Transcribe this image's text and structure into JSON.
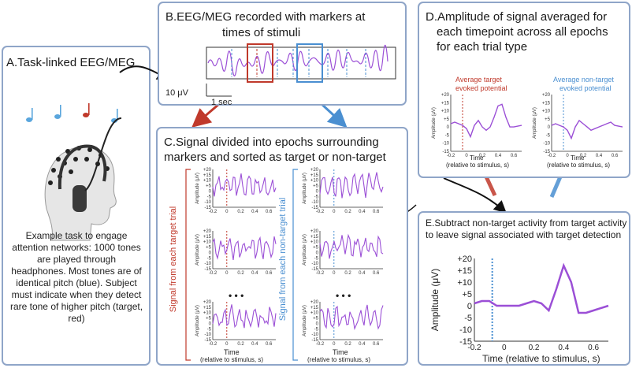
{
  "panelA": {
    "title": "A.Task-linked EEG/MEG",
    "description": "Example task to engage attention networks: 1000 tones are played through headphones. Most tones are of identical pitch (blue). Subject must indicate when they detect rare tone of higher pitch (target, red)"
  },
  "panelB": {
    "title_line1": "B.EEG/MEG recorded with markers at",
    "title_line2": "times of stimuli",
    "scale_uv": "10 μV",
    "scale_time": "1 sec"
  },
  "panelC": {
    "title_line1": "C.Signal divided into epochs surrounding",
    "title_line2": "markers and sorted as target or non-target",
    "target_label": "Signal from each target trial",
    "nontarget_label": "Signal from each non-target trial",
    "ellipsis": "• • •",
    "ylabel": "Amplitude (μV)",
    "xlabel_line1": "Time",
    "xlabel_line2": "(relative to stimulus, s)",
    "yticks": [
      "+20",
      "+15",
      "+10",
      "+5",
      "0",
      "-5",
      "-10",
      "-15"
    ],
    "xticks": [
      "-0.2",
      "0",
      "0.2",
      "0.4",
      "0.6"
    ]
  },
  "panelD": {
    "title_line1": "D.Amplitude of signal averaged for",
    "title_line2": "each timepoint across all epochs",
    "title_line3": "for each trial type",
    "target_legend_1": "Average target",
    "target_legend_2": "evoked potential",
    "nontarget_legend_1": "Average non-target",
    "nontarget_legend_2": "evoked potential",
    "ylabel": "Amplitude (μV)",
    "xlabel_line1": "Time",
    "xlabel_line2": "(relative to stimulus, s)",
    "yticks": [
      "+20",
      "+15",
      "+10",
      "+5",
      "0",
      "-5",
      "-10",
      "-15"
    ],
    "xticks": [
      "-0.2",
      "0",
      "0.2",
      "0.4",
      "0.6"
    ]
  },
  "panelE": {
    "title": "E.Subtract non-target activity from target activity to leave signal associated with target detection",
    "ylabel": "Amplitude (μV)",
    "xlabel": "Time (relative to stimulus, s)",
    "yticks": [
      "+20",
      "+15",
      "+10",
      "+5",
      "0",
      "-5",
      "-10",
      "-15"
    ],
    "xticks": [
      "-0.2",
      "0",
      "0.2",
      "0.4",
      "0.6"
    ]
  },
  "colors": {
    "border": "#8fa5c8",
    "signal": "#9b4fd6",
    "target": "#c0392b",
    "nontarget": "#4a8fd1"
  }
}
